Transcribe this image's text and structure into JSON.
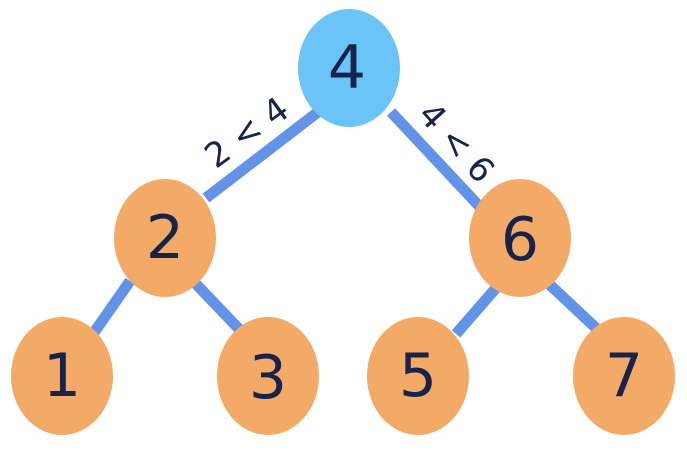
{
  "colors": {
    "root_fill": "#6bc4f7",
    "node_fill": "#f2aa66",
    "edge_stroke": "#6393e8",
    "text": "#17234a",
    "background": "#ffffff"
  },
  "tree": {
    "root": {
      "label": "4"
    },
    "level1": [
      {
        "label": "2"
      },
      {
        "label": "6"
      }
    ],
    "level2": [
      {
        "label": "1"
      },
      {
        "label": "3"
      },
      {
        "label": "5"
      },
      {
        "label": "7"
      }
    ],
    "edge_labels": {
      "left": "2 < 4",
      "right": "4 < 6"
    }
  }
}
